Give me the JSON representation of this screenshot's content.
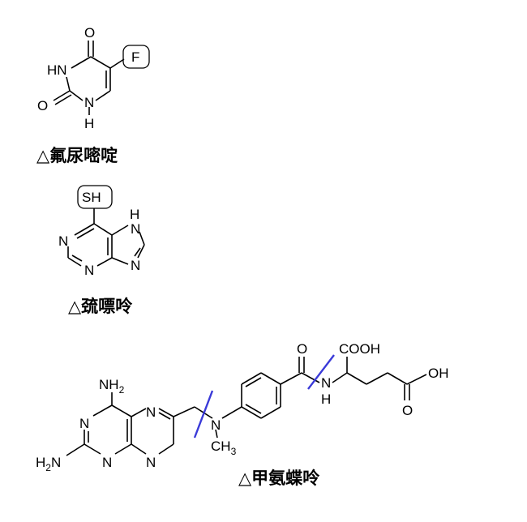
{
  "captions": {
    "fluorouracil": "△氟尿嘧啶",
    "mercaptopurine": "△巯嘌呤",
    "methotrexate": "△甲氨蝶呤"
  },
  "fluorouracil": {
    "O_top": "O",
    "HN": "HN",
    "F": "F",
    "O_left": "O",
    "N": "N",
    "H": "H"
  },
  "mercaptopurine": {
    "SH": "SH",
    "H": "H",
    "N_right": "N",
    "N_left": "N",
    "N_rightlow": "N",
    "N_bottom": "N"
  },
  "methotrexate": {
    "NH2_top": "NH",
    "NH2_top_sub": "2",
    "N1": "N",
    "N2": "N",
    "N3": "N",
    "N4": "N",
    "H2N": "H",
    "H2N_sub": "2",
    "H2N_N": "N",
    "N_methyl": "N",
    "CH3": "CH",
    "CH3_sub": "3",
    "O_amide": "O",
    "COOH": "COOH",
    "N_amide": "N",
    "H_amide": "H",
    "OH": "OH",
    "O_acid": "O"
  },
  "colors": {
    "cut_mark": "#3a3ad8"
  }
}
